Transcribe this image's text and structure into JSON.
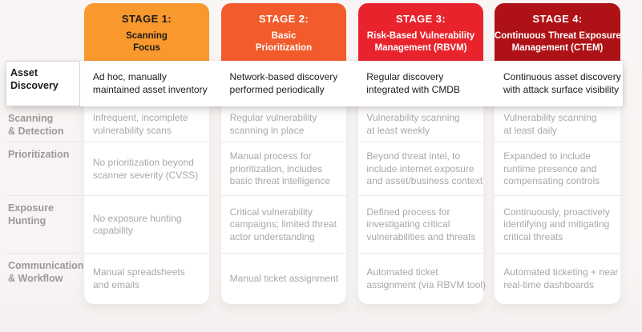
{
  "colors": {
    "page_bg": "#F7F4F3",
    "stage1_bg": "#F8982D",
    "stage2_bg": "#F25B2B",
    "stage3_bg": "#E9232C",
    "stage4_bg": "#AE1217",
    "card_bg": "#FFFFFF",
    "divider": "#EBE7E6",
    "label_text": "#9C9898",
    "muted_cell_text": "#ABA7A6",
    "highlight_text": "#1C1C1A"
  },
  "stages": [
    {
      "title": "STAGE 1:",
      "subtitle": "Scanning\nFocus"
    },
    {
      "title": "STAGE 2:",
      "subtitle": "Basic\nPrioritization"
    },
    {
      "title": "STAGE 3:",
      "subtitle": "Risk-Based Vulnerability\nManagement (RBVM)"
    },
    {
      "title": "STAGE 4:",
      "subtitle": "Continuous Threat Exposure\nManagement (CTEM)"
    }
  ],
  "rows": [
    {
      "label": "Asset\nDiscovery",
      "highlighted": true,
      "cells": [
        "Ad hoc, manually\nmaintained asset inventory",
        "Network-based discovery\nperformed periodically",
        "Regular discovery\nintegrated with CMDB",
        "Continuous asset discovery\nwith attack surface visibility"
      ]
    },
    {
      "label": "Scanning\n& Detection",
      "highlighted": false,
      "cells": [
        "Infrequent, incomplete\nvulnerability scans",
        "Regular vulnerability\nscanning in place",
        "Vulnerability scanning\nat least weekly",
        "Vulnerability scanning\nat least daily"
      ]
    },
    {
      "label": "Prioritization",
      "highlighted": false,
      "cells": [
        "No prioritization beyond\nscanner severity (CVSS)",
        "Manual process for\nprioritization, includes\nbasic threat intelligence",
        "Beyond threat intel, to\ninclude internet exposure\nand asset/business context",
        "Expanded to include\nruntime presence and\ncompensating controls"
      ]
    },
    {
      "label": "Exposure\nHunting",
      "highlighted": false,
      "cells": [
        "No exposure hunting\ncapability",
        "Critical vulnerability\ncampaigns; limited threat\nactor understanding",
        "Defined process for\ninvestigating critical\nvulnerabilities and threats",
        "Continuously, proactively\nidentifying and mitigating\ncritical threats"
      ]
    },
    {
      "label": "Communication\n& Workflow",
      "highlighted": false,
      "cells": [
        "Manual spreadsheets\nand emails",
        "Manual ticket assignment",
        "Automated ticket\nassignment (via RBVM tool)",
        "Automated ticketing + near\nreal-time dashboards"
      ]
    }
  ]
}
